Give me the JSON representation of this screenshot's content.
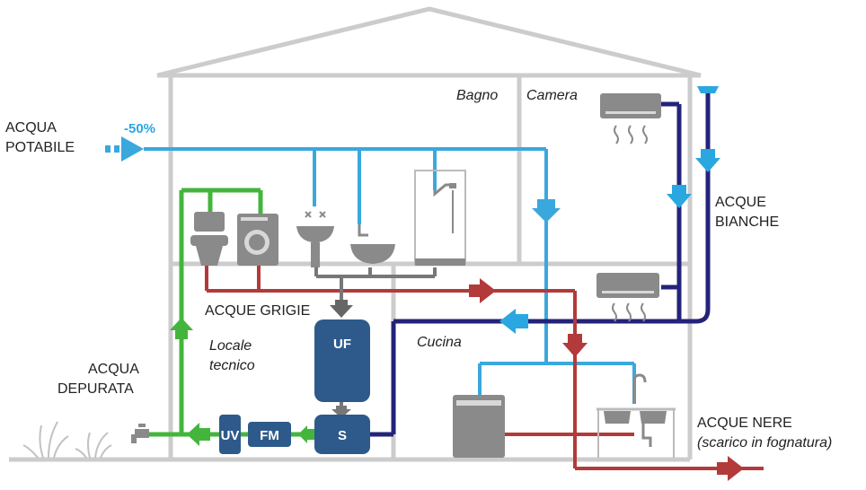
{
  "labels": {
    "acqua_potabile_1": "ACQUA",
    "acqua_potabile_2": "POTABILE",
    "reduction": "-50%",
    "bagno": "Bagno",
    "camera": "Camera",
    "acque_bianche_1": "ACQUE",
    "acque_bianche_2": "BIANCHE",
    "acque_grigie": "ACQUE GRIGIE",
    "locale_tecnico_1": "Locale",
    "locale_tecnico_2": "tecnico",
    "cucina": "Cucina",
    "acqua_depurata_1": "ACQUA",
    "acqua_depurata_2": "DEPURATA",
    "acque_nere": "ACQUE NERE",
    "scarico": "(scarico in fognatura)"
  },
  "units": {
    "uf": "UF",
    "s": "S",
    "uv": "UV",
    "fm": "FM"
  },
  "colors": {
    "house": "#cccccc",
    "potable": "#3aa8dd",
    "rain": "#23237a",
    "grey": "#b33a3a",
    "purified": "#44b53c",
    "unit_box": "#2d5a8a",
    "fixture": "#8a8a8a"
  },
  "icons": [
    "toilet-icon",
    "washing-machine-icon",
    "sink-icon",
    "shower-icon",
    "air-conditioner-icon",
    "dishwasher-icon",
    "kitchen-sink-icon",
    "tap-icon",
    "grass-icon",
    "rain-gutter-icon"
  ]
}
